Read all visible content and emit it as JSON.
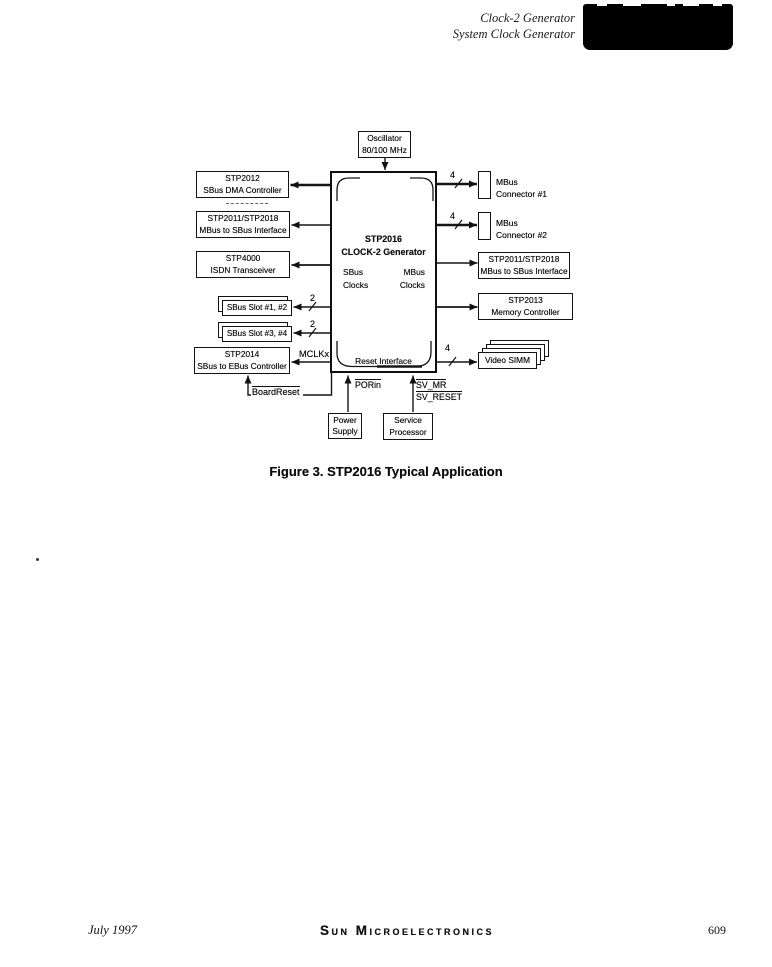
{
  "header": {
    "title_line1": "Clock-2 Generator",
    "title_line2": "System Clock Generator"
  },
  "diagram": {
    "oscillator": {
      "l1": "Oscillator",
      "l2": "80/100 MHz"
    },
    "main": {
      "t1": "STP2016",
      "t2": "CLOCK-2 Generator",
      "sbus1": "SBus",
      "sbus2": "Clocks",
      "mbus1": "MBus",
      "mbus2": "Clocks",
      "reset": "Reset Interface"
    },
    "left": [
      {
        "l1": "STP2012",
        "l2": "SBus DMA Controller"
      },
      {
        "l1": "STP2011/STP2018",
        "l2": "MBus to SBus Interface"
      },
      {
        "l1": "STP4000",
        "l2": "ISDN Transceiver"
      }
    ],
    "slots": [
      {
        "label": "SBus Slot #1, #2"
      },
      {
        "label": "SBus Slot #3, #4"
      }
    ],
    "stp2014": {
      "l1": "STP2014",
      "l2": "SBus to EBus Controller"
    },
    "right": [
      {
        "l1": "MBus",
        "l2": "Connector #1"
      },
      {
        "l1": "MBus",
        "l2": "Connector #2"
      },
      {
        "l1": "STP2011/STP2018",
        "l2": "MBus to SBus Interface"
      },
      {
        "l1": "STP2013",
        "l2": "Memory Controller"
      }
    ],
    "video_simm": "Video SIMM",
    "power": {
      "l1": "Power",
      "l2": "Supply"
    },
    "service": {
      "l1": "Service",
      "l2": "Processor"
    },
    "signals": {
      "mclkx": "MCLKx",
      "porin": "PORin",
      "sv_mr": "SV_MR",
      "sv_reset": "SV_RESET",
      "board_reset": "BoardReset"
    },
    "bus_widths": {
      "mbus1": "4",
      "mbus2": "4",
      "video": "4",
      "slot12": "2",
      "slot34": "2"
    }
  },
  "caption": "Figure 3. STP2016 Typical Application",
  "footer": {
    "date": "July 1997",
    "company": "Sun Microelectronics",
    "page": "609"
  }
}
